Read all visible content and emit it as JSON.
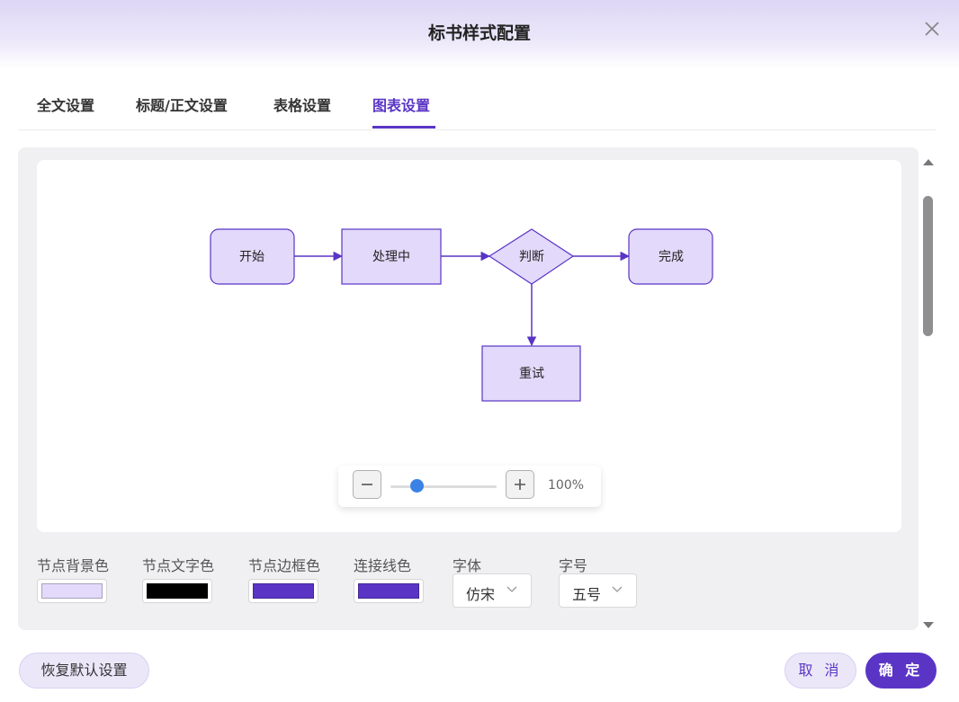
{
  "dialog": {
    "title": "标书样式配置"
  },
  "tabs": [
    {
      "label": "全文设置",
      "active": false
    },
    {
      "label": "标题/正文设置",
      "active": false
    },
    {
      "label": "表格设置",
      "active": false
    },
    {
      "label": "图表设置",
      "active": true
    }
  ],
  "flowchart": {
    "nodes": [
      {
        "id": "start",
        "label": "开始",
        "shape": "rounded-rect"
      },
      {
        "id": "process",
        "label": "处理中",
        "shape": "rect"
      },
      {
        "id": "decision",
        "label": "判断",
        "shape": "diamond"
      },
      {
        "id": "done",
        "label": "完成",
        "shape": "rounded-rect"
      },
      {
        "id": "retry",
        "label": "重试",
        "shape": "rect"
      }
    ],
    "edges": [
      {
        "from": "start",
        "to": "process"
      },
      {
        "from": "process",
        "to": "decision"
      },
      {
        "from": "decision",
        "to": "done"
      },
      {
        "from": "decision",
        "to": "retry"
      }
    ]
  },
  "zoom": {
    "minus_icon": "minus-icon",
    "plus_icon": "plus-icon",
    "percent": "100%",
    "level": 0.25
  },
  "options": {
    "node_bg": {
      "label": "节点背景色",
      "color": "#e2d9fb"
    },
    "node_text": {
      "label": "节点文字色",
      "color": "#000000"
    },
    "node_border": {
      "label": "节点边框色",
      "color": "#5a35c5"
    },
    "line_color": {
      "label": "连接线色",
      "color": "#5a35c5"
    },
    "font": {
      "label": "字体",
      "value": "仿宋"
    },
    "size": {
      "label": "字号",
      "value": "五号"
    }
  },
  "footer": {
    "reset_label": "恢复默认设置",
    "cancel_label": "取 消",
    "ok_label": "确 定"
  },
  "colors": {
    "accent": "#5a35c5",
    "header_gradient": "#ddd6f5",
    "panel_bg": "#f0f0f2"
  }
}
